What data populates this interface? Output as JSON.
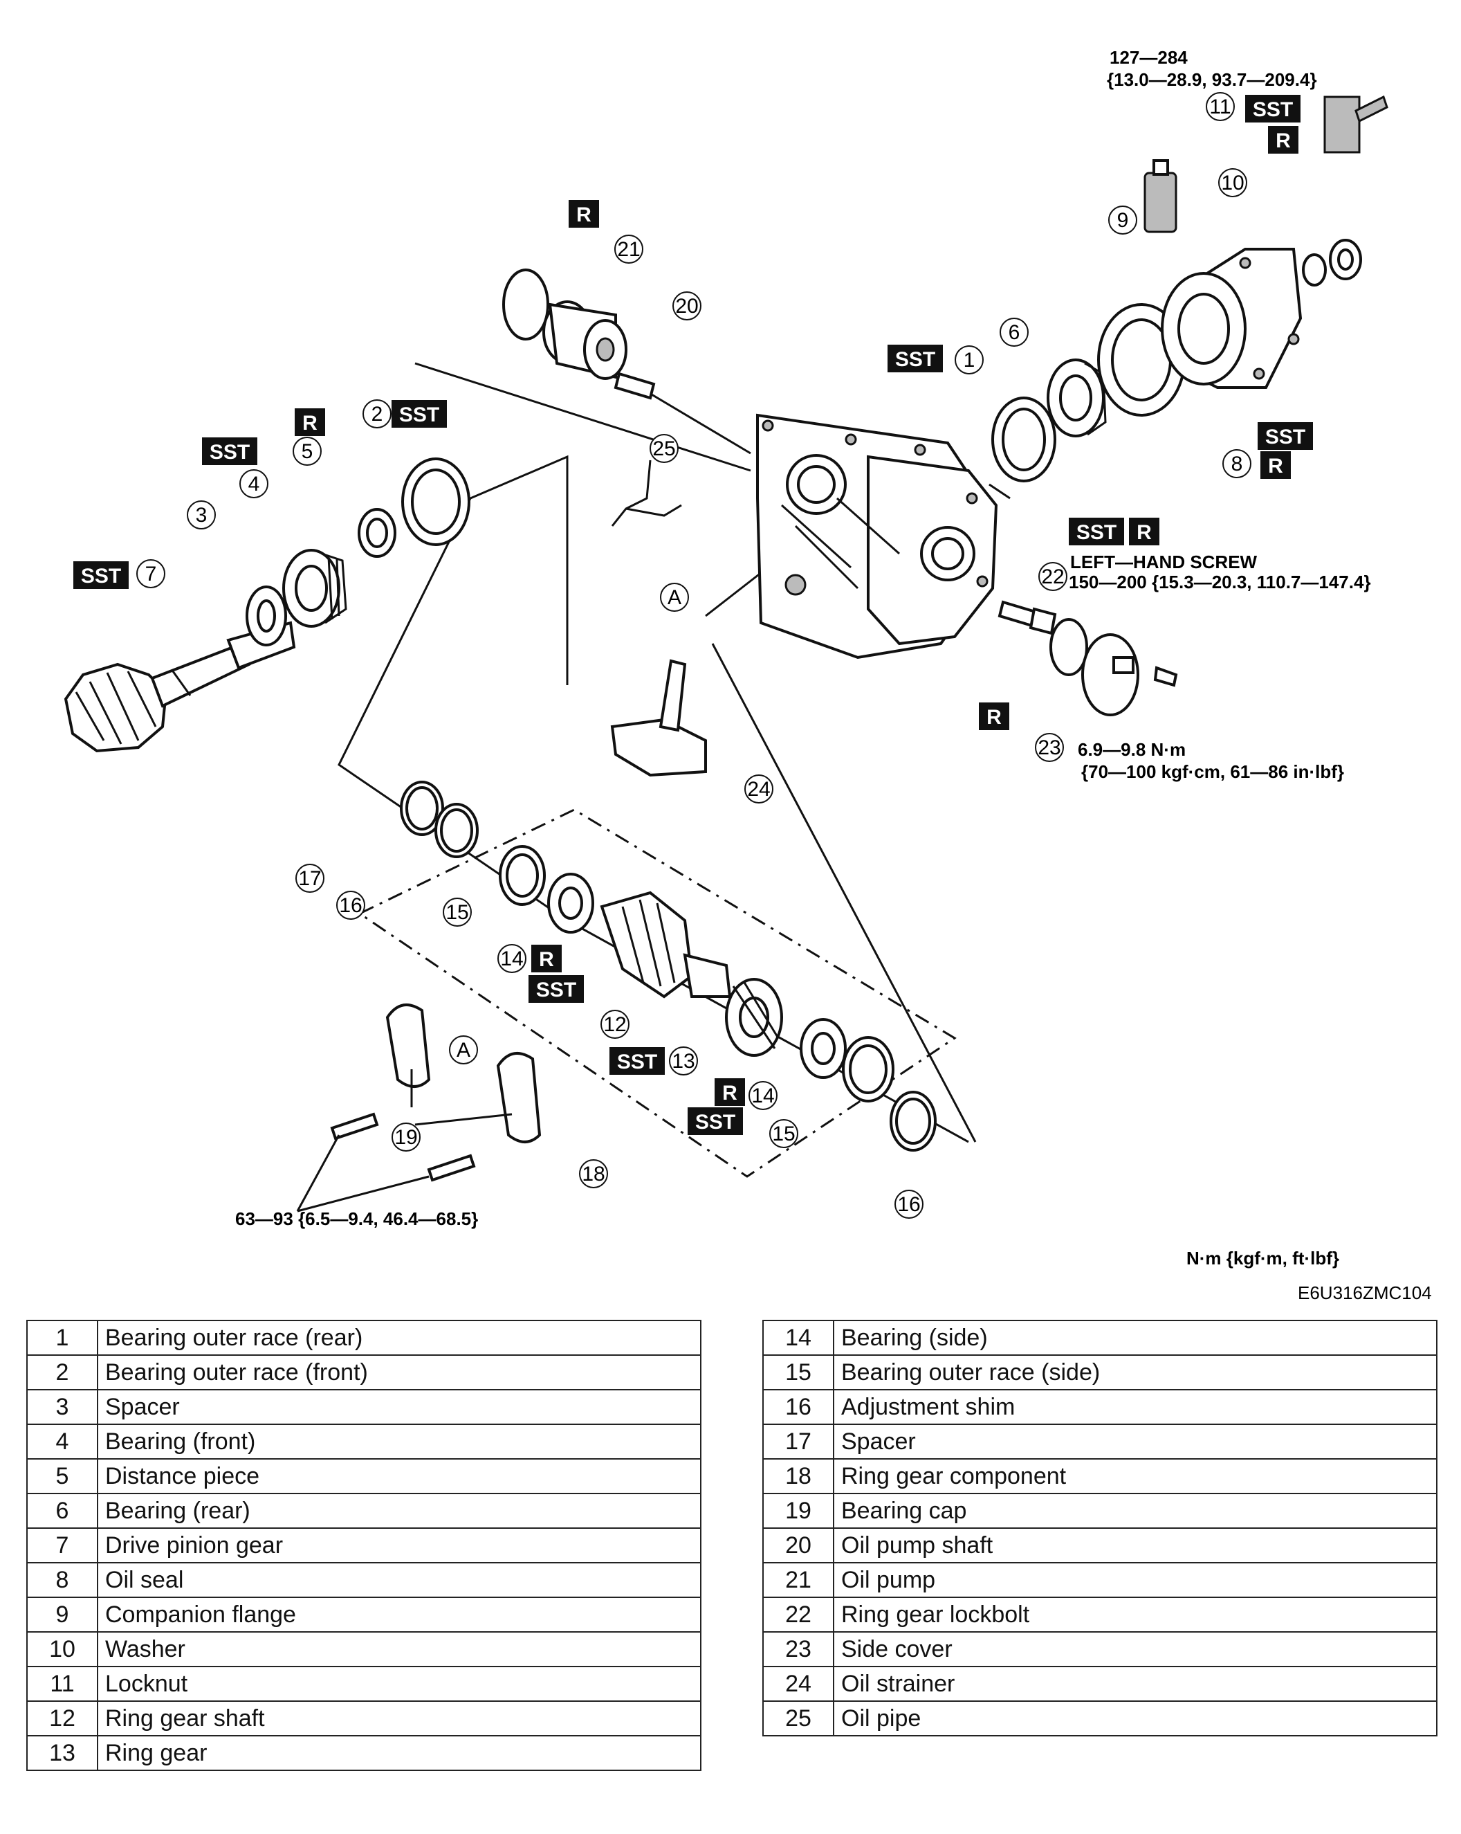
{
  "diagram": {
    "callouts": [
      "1",
      "2",
      "3",
      "4",
      "5",
      "6",
      "7",
      "8",
      "9",
      "10",
      "11",
      "12",
      "13",
      "14",
      "15",
      "16",
      "17",
      "18",
      "19",
      "20",
      "21",
      "22",
      "23",
      "24",
      "25",
      "A"
    ],
    "tags": {
      "sst": "SST",
      "r": "R"
    },
    "torque_locknut_line1": "127—284",
    "torque_locknut_line2": "{13.0—28.9, 93.7—209.4}",
    "lefthand_screw": "LEFT—HAND SCREW",
    "torque_lockbolt": "150—200 {15.3—20.3, 110.7—147.4}",
    "torque_sidecover_line1": "6.9—9.8 N·m",
    "torque_sidecover_line2": "{70—100 kgf·cm, 61—86 in·lbf}",
    "torque_bearingcap": "63—93 {6.5—9.4, 46.4—68.5}",
    "units": "N·m {kgf·m,  ft·lbf}",
    "code": "E6U316ZMC104"
  },
  "parts_table": {
    "left": [
      {
        "no": "1",
        "name": "Bearing outer race (rear)"
      },
      {
        "no": "2",
        "name": "Bearing outer race (front)"
      },
      {
        "no": "3",
        "name": "Spacer"
      },
      {
        "no": "4",
        "name": "Bearing (front)"
      },
      {
        "no": "5",
        "name": "Distance piece"
      },
      {
        "no": "6",
        "name": "Bearing (rear)"
      },
      {
        "no": "7",
        "name": "Drive pinion gear"
      },
      {
        "no": "8",
        "name": "Oil seal"
      },
      {
        "no": "9",
        "name": "Companion flange"
      },
      {
        "no": "10",
        "name": "Washer"
      },
      {
        "no": "11",
        "name": "Locknut"
      },
      {
        "no": "12",
        "name": "Ring gear shaft"
      },
      {
        "no": "13",
        "name": "Ring gear"
      }
    ],
    "right": [
      {
        "no": "14",
        "name": "Bearing (side)"
      },
      {
        "no": "15",
        "name": "Bearing outer race (side)"
      },
      {
        "no": "16",
        "name": "Adjustment shim"
      },
      {
        "no": "17",
        "name": "Spacer"
      },
      {
        "no": "18",
        "name": "Ring gear component"
      },
      {
        "no": "19",
        "name": "Bearing cap"
      },
      {
        "no": "20",
        "name": "Oil pump shaft"
      },
      {
        "no": "21",
        "name": "Oil pump"
      },
      {
        "no": "22",
        "name": "Ring gear lockbolt"
      },
      {
        "no": "23",
        "name": "Side cover"
      },
      {
        "no": "24",
        "name": "Oil strainer"
      },
      {
        "no": "25",
        "name": "Oil pipe"
      }
    ]
  }
}
